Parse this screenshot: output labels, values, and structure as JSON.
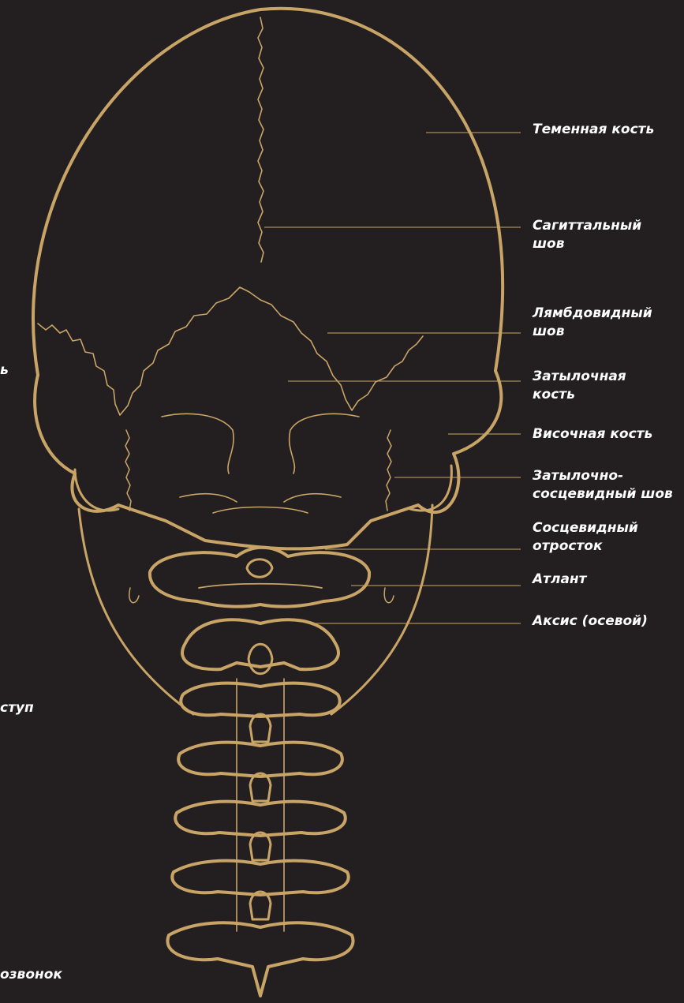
{
  "colors": {
    "background": "#231f20",
    "bone": "#c9a467",
    "text": "#ffffff"
  },
  "labels": {
    "parietal_bone": "Теменная кость",
    "sagittal_suture": [
      "Сагиттальный",
      "шов"
    ],
    "lambdoid_suture": [
      "Лямбдовидный",
      "шов"
    ],
    "occipital_bone": [
      "Затылочная",
      "кость"
    ],
    "temporal_bone": "Височная кость",
    "occipitomastoid_suture": [
      "Затылочно-",
      "сосцевидный шов"
    ],
    "mastoid_process": [
      "Сосцевидный",
      "отросток"
    ],
    "atlas": "Атлант",
    "axis": "Аксис (осевой)",
    "left_cut_1": "ь",
    "left_cut_2": "ступ",
    "left_cut_3": "озвонок"
  }
}
